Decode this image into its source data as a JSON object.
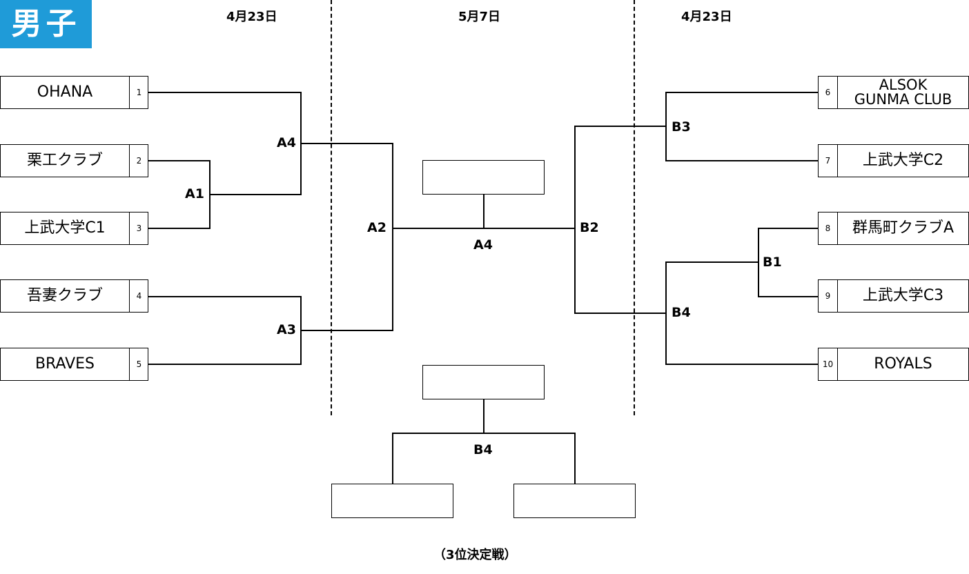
{
  "badge": "男子",
  "dates": {
    "left": "4月23日",
    "center": "5月7日",
    "right": "4月23日"
  },
  "teams_left": [
    {
      "name": "OHANA",
      "num": "1"
    },
    {
      "name": "栗工クラブ",
      "num": "2"
    },
    {
      "name": "上武大学C1",
      "num": "3"
    },
    {
      "name": "吾妻クラブ",
      "num": "4"
    },
    {
      "name": "BRAVES",
      "num": "5"
    }
  ],
  "teams_right": [
    {
      "name_line1": "ALSOK",
      "name_line2": "GUNMA CLUB",
      "num": "6"
    },
    {
      "name": "上武大学C2",
      "num": "7"
    },
    {
      "name": "群馬町クラブA",
      "num": "8"
    },
    {
      "name": "上武大学C3",
      "num": "9"
    },
    {
      "name": "ROYALS",
      "num": "10"
    }
  ],
  "matches": {
    "a1": "A1",
    "a2": "A2",
    "a3": "A3",
    "a4_left": "A4",
    "a4_final": "A4",
    "b1": "B1",
    "b2": "B2",
    "b3": "B3",
    "b4_right": "B4",
    "b4_third": "B4"
  },
  "third_place_caption": "（3位決定戦）"
}
